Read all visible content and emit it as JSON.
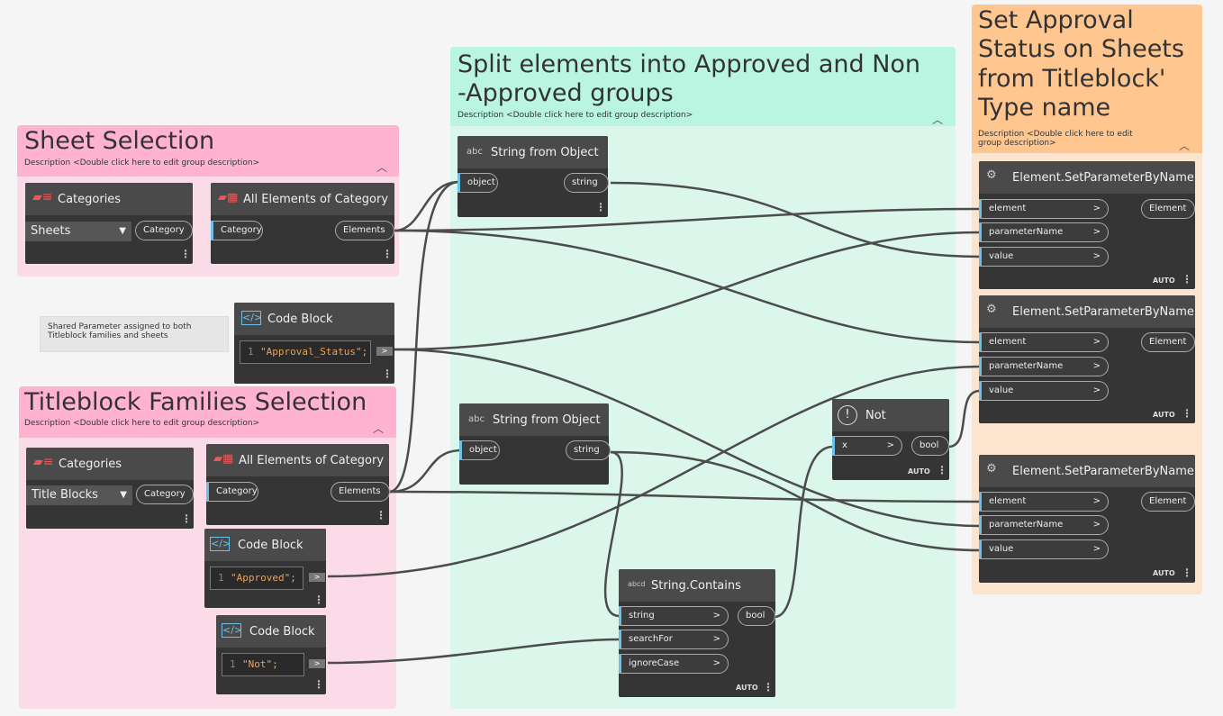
{
  "groups": {
    "sheet_selection": {
      "title": "Sheet Selection",
      "description": "Description <Double click here to edit group description>",
      "color": "#ffb3d1",
      "bg": "#fbdbe8"
    },
    "titleblock_selection": {
      "title": "Titleblock Families Selection",
      "description": "Description <Double click here to edit group description>",
      "color": "#ffb3d1",
      "bg": "#fbdbe8"
    },
    "split": {
      "title": "Split elements into Approved and Non -Approved groups",
      "description": "Description <Double click here to edit group description>",
      "color": "#b9f5e0",
      "bg": "#dbf7ec"
    },
    "set_status": {
      "title": "Set Approval Status on Sheets from Titleblock' Type name",
      "description": "Description <Double click here to edit group description>",
      "color": "#ffc690",
      "bg": "#fde4cf"
    }
  },
  "controls": {
    "collapse": "^",
    "menu": "⋮"
  },
  "note": {
    "text": "Shared Parameter assigned to both Titleblock families and sheets"
  },
  "nodes": {
    "categories_1": {
      "title": "Categories",
      "selected": "Sheets",
      "out": "Category"
    },
    "all_elements_1": {
      "title": "All Elements of Category",
      "in": "Category",
      "out": "Elements"
    },
    "code_block_1": {
      "title": "Code Block",
      "line": "1",
      "code": "\"Approval_Status\";",
      "out": ">"
    },
    "categories_2": {
      "title": "Categories",
      "selected": "Title Blocks",
      "out": "Category"
    },
    "all_elements_2": {
      "title": "All Elements of Category",
      "in": "Category",
      "out": "Elements"
    },
    "code_block_2": {
      "title": "Code Block",
      "line": "1",
      "code": "\"Approved\";",
      "out": ">"
    },
    "code_block_3": {
      "title": "Code Block",
      "line": "1",
      "code": "\"Not\";",
      "out": ">"
    },
    "string_from_object_1": {
      "title": "String from Object",
      "in": "object",
      "out": "string",
      "icon": "abc"
    },
    "string_from_object_2": {
      "title": "String from Object",
      "in": "object",
      "out": "string",
      "icon": "abc"
    },
    "string_contains": {
      "title": "String.Contains",
      "in1": "string",
      "in2": "searchFor",
      "in3": "ignoreCase",
      "out": "bool",
      "auto": "AUTO",
      "icon": "abcd"
    },
    "not": {
      "title": "Not",
      "in": "x",
      "out": "bool",
      "auto": "AUTO",
      "icon": "!"
    },
    "set_param_1": {
      "title": "Element.SetParameterByName",
      "in1": "element",
      "in2": "parameterName",
      "in3": "value",
      "out": "Element",
      "auto": "AUTO"
    },
    "set_param_2": {
      "title": "Element.SetParameterByName",
      "in1": "element",
      "in2": "parameterName",
      "in3": "value",
      "out": "Element",
      "auto": "AUTO"
    },
    "set_param_3": {
      "title": "Element.SetParameterByName",
      "in1": "element",
      "in2": "parameterName",
      "in3": "value",
      "out": "Element",
      "auto": "AUTO"
    }
  },
  "chevron": ">"
}
